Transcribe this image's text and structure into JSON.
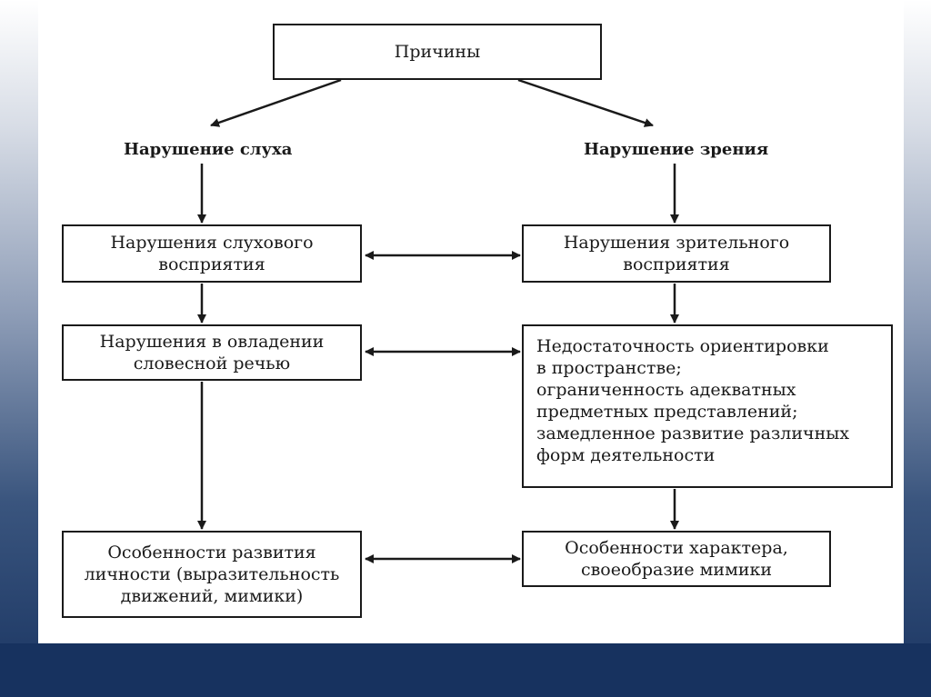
{
  "diagram": {
    "root": "Причины",
    "left_branch": "Нарушение слуха",
    "right_branch": "Нарушение зрения",
    "boxes": {
      "auditory_perception": "Нарушения слухового\nвосприятия",
      "visual_perception": "Нарушения зрительного\nвосприятия",
      "speech": "Нарушения в овладении\nсловесной речью",
      "orientation": "Недостаточность ориентировки\nв пространстве;\nограниченность адекватных\nпредметных представлений;\nзамедленное развитие различных\nформ деятельности",
      "personality": "Особенности развития\nличности (выразительность\nдвижений, мимики)",
      "character": "Особенности характера,\nсвоеобразие мимики"
    }
  }
}
